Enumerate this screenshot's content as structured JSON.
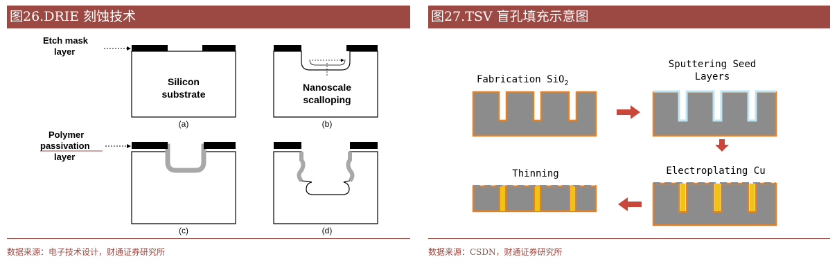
{
  "left_panel": {
    "title": "图26.DRIE 刻蚀技术",
    "source": "数据来源：电子技术设计，财通证券研究所",
    "labels": {
      "etch_mask_line1": "Etch mask",
      "etch_mask_line2": "layer",
      "silicon_line1": "Silicon",
      "silicon_line2": "substrate",
      "nanoscale_line1": "Nanoscale",
      "nanoscale_line2": "scalloping",
      "polymer_line1": "Polymer",
      "polymer_line2": "passivation",
      "polymer_line3": "layer",
      "sub_a": "(a)",
      "sub_b": "(b)",
      "sub_c": "(c)",
      "sub_d": "(d)"
    }
  },
  "right_panel": {
    "title": "图27.TSV 盲孔填充示意图",
    "source": "数据来源：CSDN，财通证券研究所",
    "steps": {
      "fabrication": "Fabrication SiO",
      "fabrication_sub": "2",
      "sputtering_line1": "Sputtering Seed",
      "sputtering_line2": "Layers",
      "electroplating": "Electroplating Cu",
      "thinning": "Thinning"
    }
  },
  "colors": {
    "title_bar": "#9b4942",
    "substrate_gray": "#8c8c8c",
    "oxide_orange": "#e0822a",
    "copper_fill": "#f0c21a",
    "arrow_red": "#c9473a",
    "seed_blue": "#bfe4f2"
  }
}
